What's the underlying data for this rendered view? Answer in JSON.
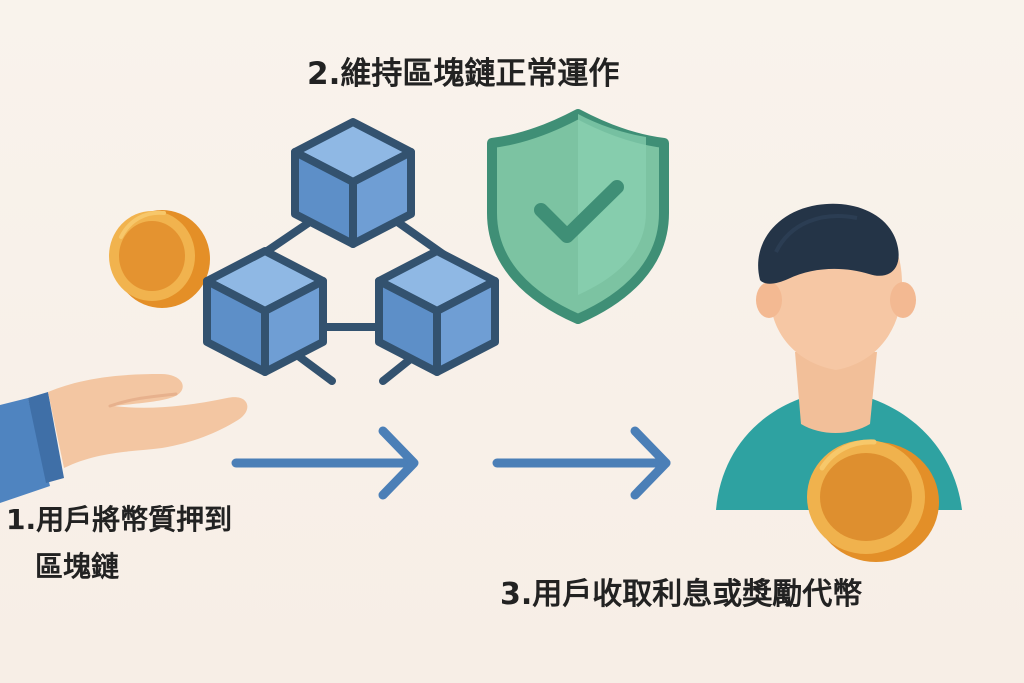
{
  "diagram": {
    "step1": {
      "line1": "1.用戶將幣質押到",
      "line2": "區塊鏈"
    },
    "step2": {
      "label": "2.維持區塊鏈正常運作"
    },
    "step3": {
      "label": "3.用戶收取利息或獎勵代幣"
    }
  },
  "icons": {
    "hand": "hand-icon",
    "coin": "coin-icon",
    "blockchain": "blockchain-icon",
    "shield": "shield-check-icon",
    "user": "user-icon",
    "arrow": "arrow-right-icon"
  },
  "colors": {
    "background": "#f8f1ea",
    "block_fill": "#6f9ed4",
    "block_stroke": "#33526f",
    "shield_fill": "#7cc3a2",
    "shield_stroke": "#3f8f76",
    "arrow": "#4b7fb7",
    "coin_outer": "#f0b24d",
    "coin_inner": "#dd8c2a",
    "user_shirt": "#2ea2a1",
    "user_hair": "#243447",
    "skin": "#f6c7a4",
    "sleeve": "#4f83bf"
  }
}
